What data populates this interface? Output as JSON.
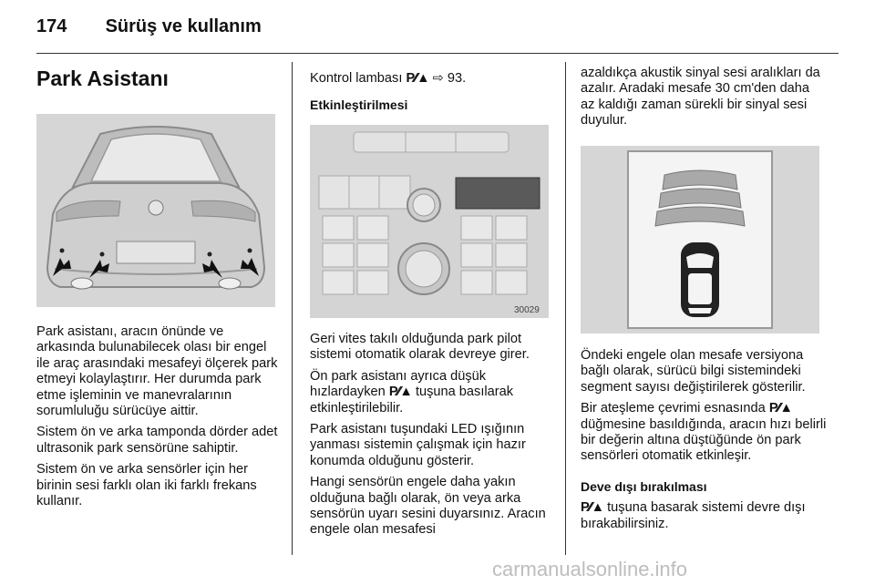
{
  "header": {
    "page_number": "174",
    "section": "Sürüş ve kullanım"
  },
  "col1": {
    "title": "Park Asistanı",
    "p1": "Park asistanı, aracın önünde ve arkasında bulunabilecek olası bir engel ile araç arasındaki mesafeyi ölçerek park etmeyi kolaylaştırır. Her durumda park etme işleminin ve manevralarının sorumluluğu sürücüye aittir.",
    "p2": "Sistem ön ve arka tamponda dörder adet ultrasonik park sensörüne sahiptir.",
    "p3": "Sistem ön ve arka sensörler için her birinin sesi farklı olan iki farklı frekans kullanır."
  },
  "col2": {
    "control_prefix": "Kontrol lambası",
    "park_symbol": "P",
    "ref_arrow": "⇨",
    "ref_page": "93.",
    "subheading": "Etkinleştirilmesi",
    "figure_number": "30029",
    "p1": "Geri vites takılı olduğunda park pilot sistemi otomatik olarak devreye girer.",
    "p2a": "Ön park asistanı ayrıca düşük hızlardayken",
    "p2b": "tuşuna basılarak etkinleştirilebilir.",
    "p3": "Park asistanı tuşundaki LED ışığının yanması sistemin çalışmak için hazır konumda olduğunu gösterir.",
    "p4": "Hangi sensörün engele daha yakın olduğuna bağlı olarak, ön veya arka sensörün uyarı sesini duyarsınız. Aracın engele olan mesafesi"
  },
  "col3": {
    "p1": "azaldıkça akustik sinyal sesi aralıkları da azalır. Aradaki mesafe 30 cm'den daha az kaldığı zaman sürekli bir sinyal sesi duyulur.",
    "p2": "Öndeki engele olan mesafe versiyona bağlı olarak, sürücü bilgi sistemindeki segment sayısı değiştirilerek gösterilir.",
    "p3a": "Bir ateşleme çevrimi esnasında",
    "p3b": "düğmesine basıldığında, aracın hızı belirli bir değerin altına düştüğünde ön park sensörleri otomatik etkinleşir.",
    "subheading": "Deve dışı bırakılması",
    "p4": "tuşuna basarak sistemi devre dışı bırakabilirsiniz."
  },
  "watermark": "carmanualsonline.info"
}
